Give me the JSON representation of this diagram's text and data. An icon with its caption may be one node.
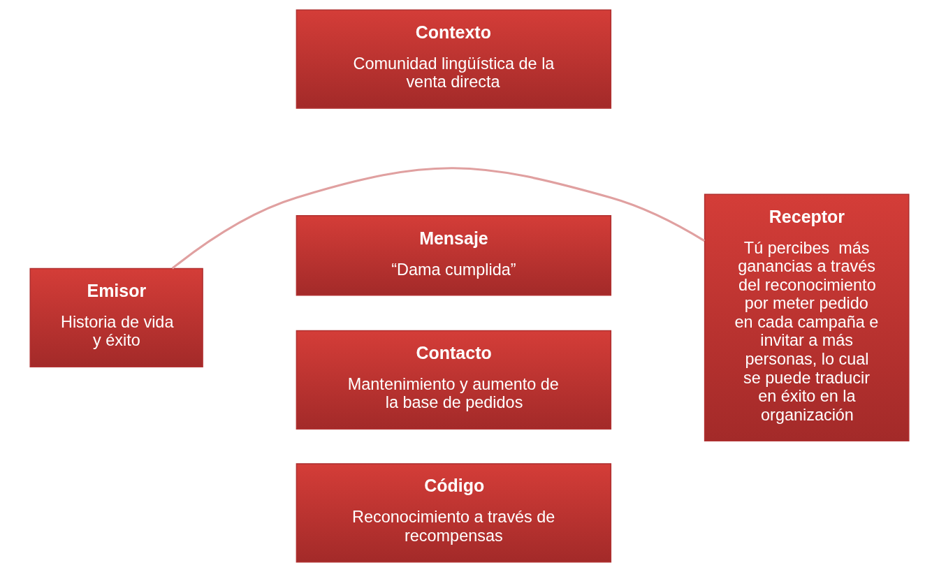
{
  "diagram": {
    "nodes": [
      {
        "text": [
          "Contexto",
          "Comunidad lingüística de la venta directa"
        ]
      },
      {
        "text": [
          "Receptor",
          "Tú percibes  más ganancias a través del reconocimiento por meter pedido en cada campaña e invitar a más personas, lo cual se puede traducir en éxito en la organización"
        ]
      },
      {
        "text": [
          "Mensaje",
          "“Dama cumplida”"
        ]
      },
      {
        "text": [
          "Emisor",
          "Historia de vida y éxito"
        ]
      },
      {
        "text": [
          "Contacto",
          "Mantenimiento y aumento de la base de pedidos"
        ]
      },
      {
        "text": [
          "Código",
          "Reconocimiento a través de recompensas"
        ]
      }
    ],
    "edges": [
      {
        "from": 3,
        "to": 1,
        "arrow": "none",
        "color": "#e0a0a0"
      }
    ]
  }
}
